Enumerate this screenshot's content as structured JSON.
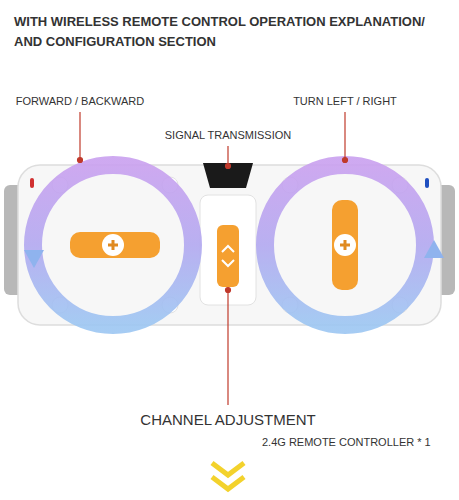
{
  "diagram": {
    "title": "WITH WIRELESS REMOTE CONTROL OPERATION EXPLANATION/ AND CONFIGURATION SECTION",
    "labels": [
      "FORWARD / BACKWARD",
      "TURN LEFT / RIGHT",
      "SIGNAL TRANSMISSION",
      "CHANNEL ADJUSTMENT",
      "2.4G REMOTE CONTROLLER * 1"
    ]
  }
}
